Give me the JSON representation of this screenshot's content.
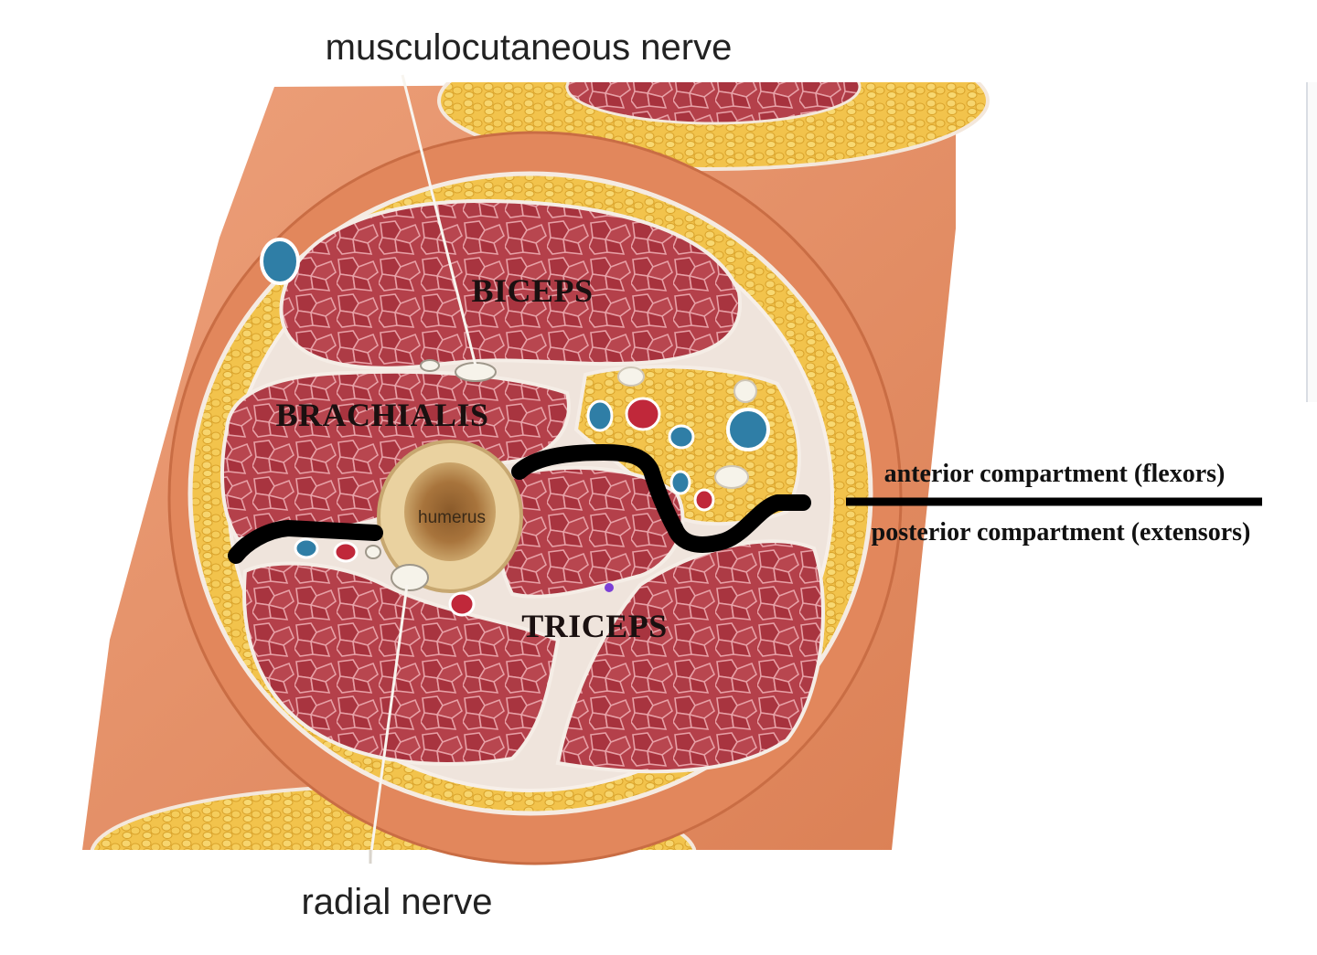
{
  "labels": {
    "musculocutaneous_nerve": "musculocutaneous nerve",
    "radial_nerve": "radial nerve",
    "biceps": "BICEPS",
    "brachialis": "BRACHIALIS",
    "triceps": "TRICEPS",
    "humerus": "humerus",
    "anterior_compartment": "anterior compartment (flexors)",
    "posterior_compartment": "posterior compartment (extensors)"
  },
  "colors": {
    "skin": "#e8956a",
    "skin_dark": "#d27a4f",
    "fat": "#f0c24a",
    "muscle": "#b23a44",
    "muscle_cell_border": "#e59aa0",
    "fascia": "#f3ece6",
    "bone": "#e8cf9a",
    "marrow": "#9c6b35",
    "vein": "#2f7ea6",
    "artery": "#c0283a",
    "nerve": "#f6f3ea",
    "divider_line": "#000000"
  }
}
